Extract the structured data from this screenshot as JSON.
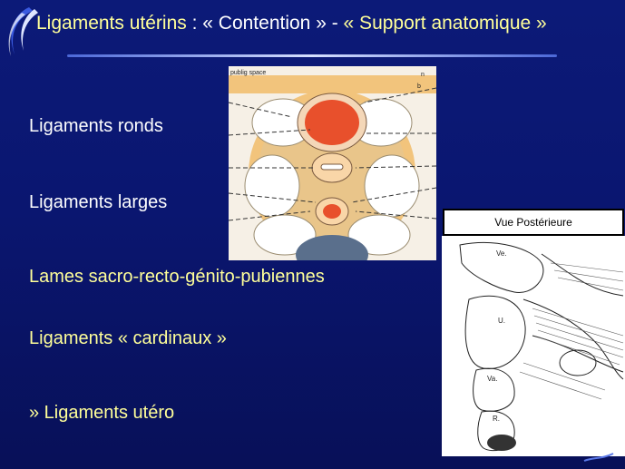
{
  "slide": {
    "title_part1": "Ligaments utérins",
    "title_part2": " : « Contention » - ",
    "title_part3": "« Support anatomique »",
    "bullets": [
      "Ligaments ronds",
      "Ligaments larges",
      "Lames sacro-recto-génito-pubiennes",
      "Ligaments « cardinaux »",
      "» Ligaments utéro"
    ],
    "figure_top": {
      "label_topleft": "publig space",
      "label_tr": "b",
      "label_tr2": "n"
    },
    "figure_right": {
      "caption": "Vue Postérieure",
      "labels": [
        "Ve.",
        "U.",
        "Va.",
        "R."
      ]
    }
  },
  "colors": {
    "background": "#0a1670",
    "bullet_white": "#ffffff",
    "bullet_yellow": "#ffff99",
    "title_yellow": "#ffff99"
  }
}
